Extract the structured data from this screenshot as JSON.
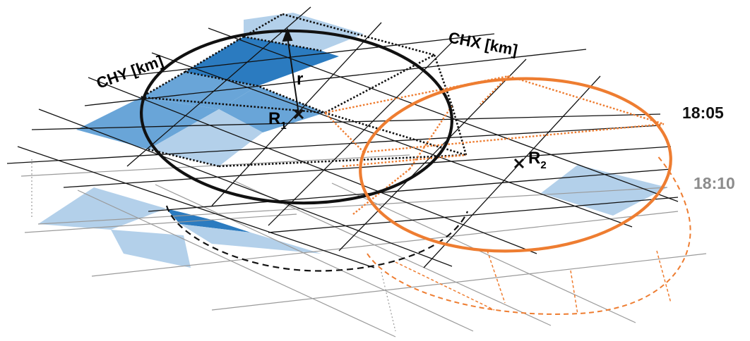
{
  "axes": {
    "y_label": "CHY [km]",
    "x_label": "CHX [km]"
  },
  "times": {
    "top": {
      "label": "18:05",
      "color": "#111111"
    },
    "bottom": {
      "label": "18:10",
      "color": "#8c8c8c"
    }
  },
  "points": {
    "r1": {
      "main": "R",
      "sub": "1"
    },
    "r2": {
      "main": "R",
      "sub": "2"
    },
    "radius": "r"
  },
  "colors": {
    "dark_blue": "#2b7bc0",
    "mid_blue": "#69a5d8",
    "light_blue": "#b3d0ea",
    "orange": "#ee7d31",
    "grid_top": "#111111",
    "grid_bottom": "#9a9a9a"
  }
}
